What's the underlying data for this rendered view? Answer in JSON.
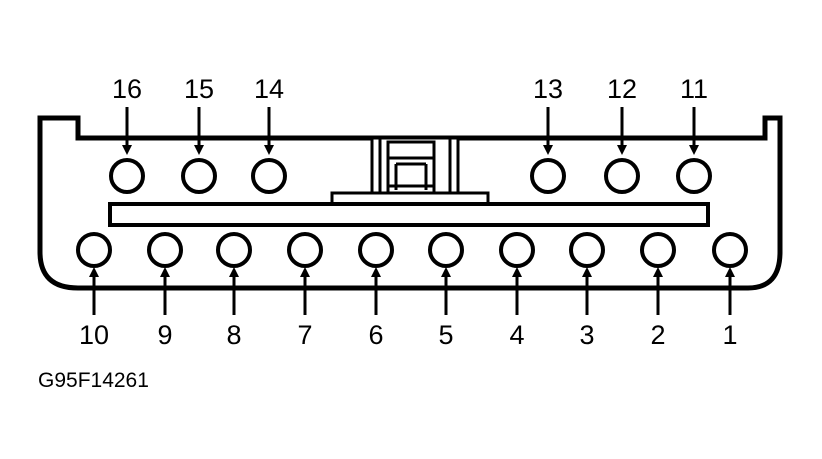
{
  "figure_code": "G95F14261",
  "connector": {
    "top_row": [
      {
        "pin": "16"
      },
      {
        "pin": "15"
      },
      {
        "pin": "14"
      },
      {
        "pin": "13"
      },
      {
        "pin": "12"
      },
      {
        "pin": "11"
      }
    ],
    "bottom_row": [
      {
        "pin": "10"
      },
      {
        "pin": "9"
      },
      {
        "pin": "8"
      },
      {
        "pin": "7"
      },
      {
        "pin": "6"
      },
      {
        "pin": "5"
      },
      {
        "pin": "4"
      },
      {
        "pin": "3"
      },
      {
        "pin": "2"
      },
      {
        "pin": "1"
      }
    ]
  },
  "colors": {
    "ink": "#000000",
    "background": "#ffffff"
  }
}
